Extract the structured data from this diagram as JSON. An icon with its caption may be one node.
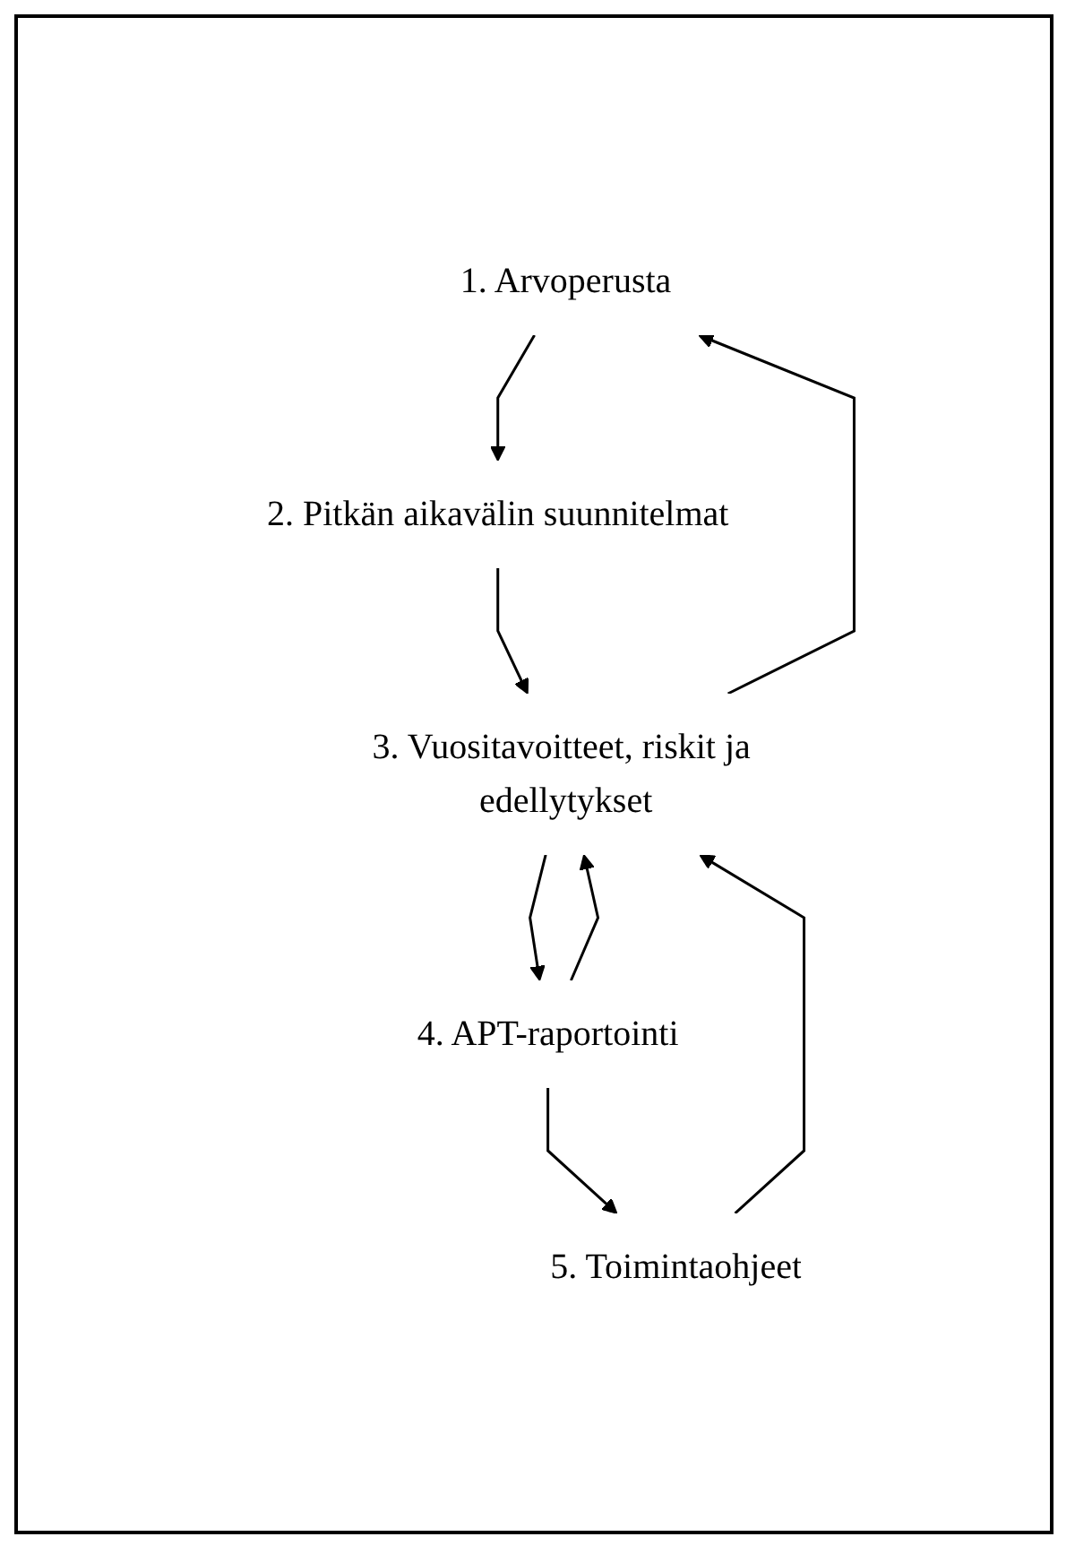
{
  "diagram": {
    "nodes": [
      {
        "text": [
          "1. Arvoperusta"
        ]
      },
      {
        "text": [
          "2. Pitkän aikavälin suunnitelmat"
        ]
      },
      {
        "text": [
          "3. Vuositavoitteet, riskit ja edellytykset"
        ]
      },
      {
        "text": [
          "4. APT-raportointi"
        ]
      },
      {
        "text": [
          "5. Toimintaohjeet"
        ]
      }
    ],
    "edges": [
      {
        "from": 0,
        "to": 1,
        "arrow": "to"
      },
      {
        "from": 1,
        "to": 2,
        "arrow": "to"
      },
      {
        "from": 2,
        "to": 3,
        "arrow": "to"
      },
      {
        "from": 3,
        "to": 4,
        "arrow": "to"
      },
      {
        "from": 2,
        "to": 0,
        "arrow": "to"
      },
      {
        "from": 3,
        "to": 2,
        "arrow": "to"
      },
      {
        "from": 4,
        "to": 2,
        "arrow": "to"
      }
    ]
  }
}
